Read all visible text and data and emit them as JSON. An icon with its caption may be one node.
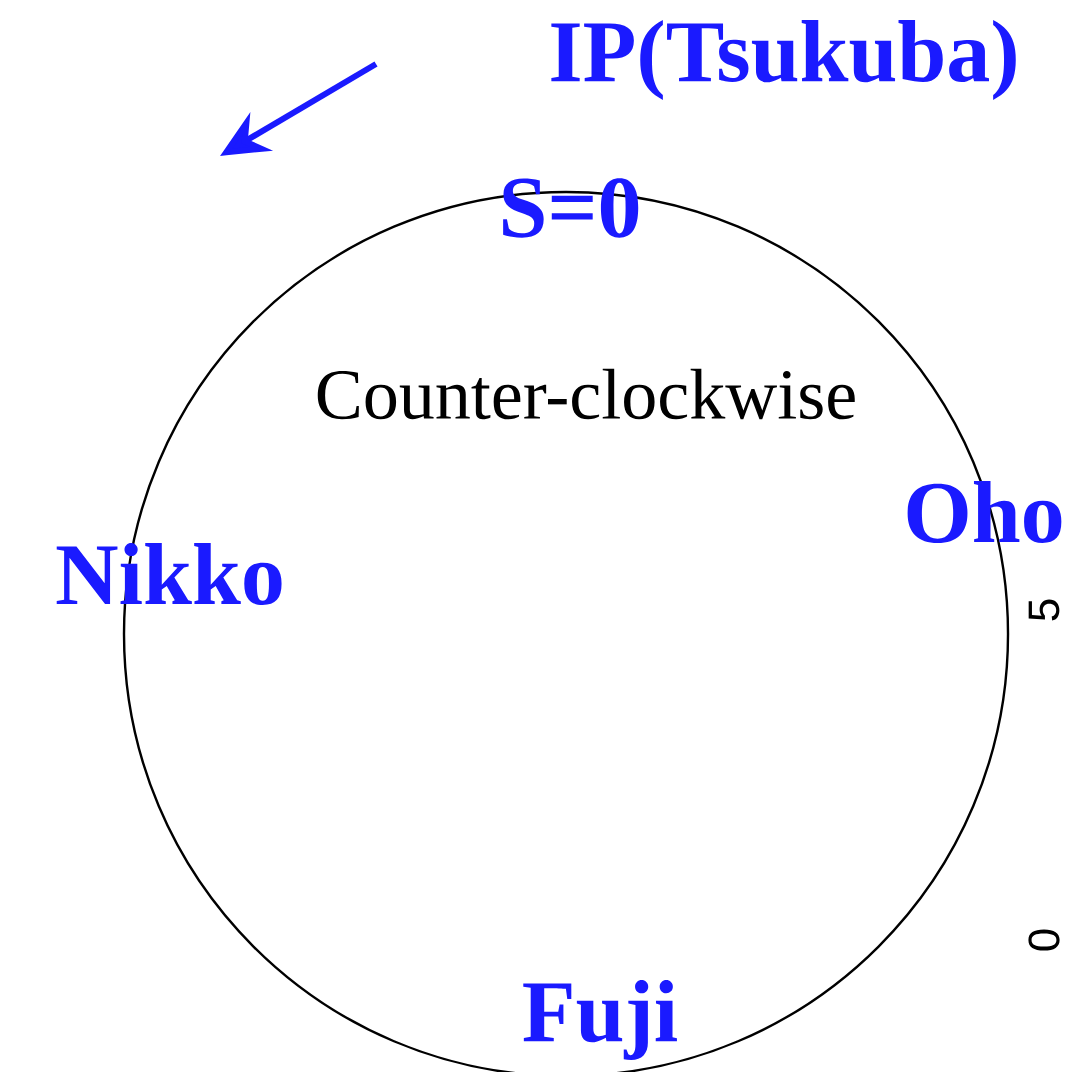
{
  "diagram": {
    "nodes": [
      {
        "text": [
          "Counter-clockwise"
        ]
      }
    ],
    "edges": [],
    "labels": [
      "IP(Tsukuba)",
      "S=0",
      "Oho",
      "Nikko",
      "Fuji",
      "5",
      "0"
    ]
  }
}
